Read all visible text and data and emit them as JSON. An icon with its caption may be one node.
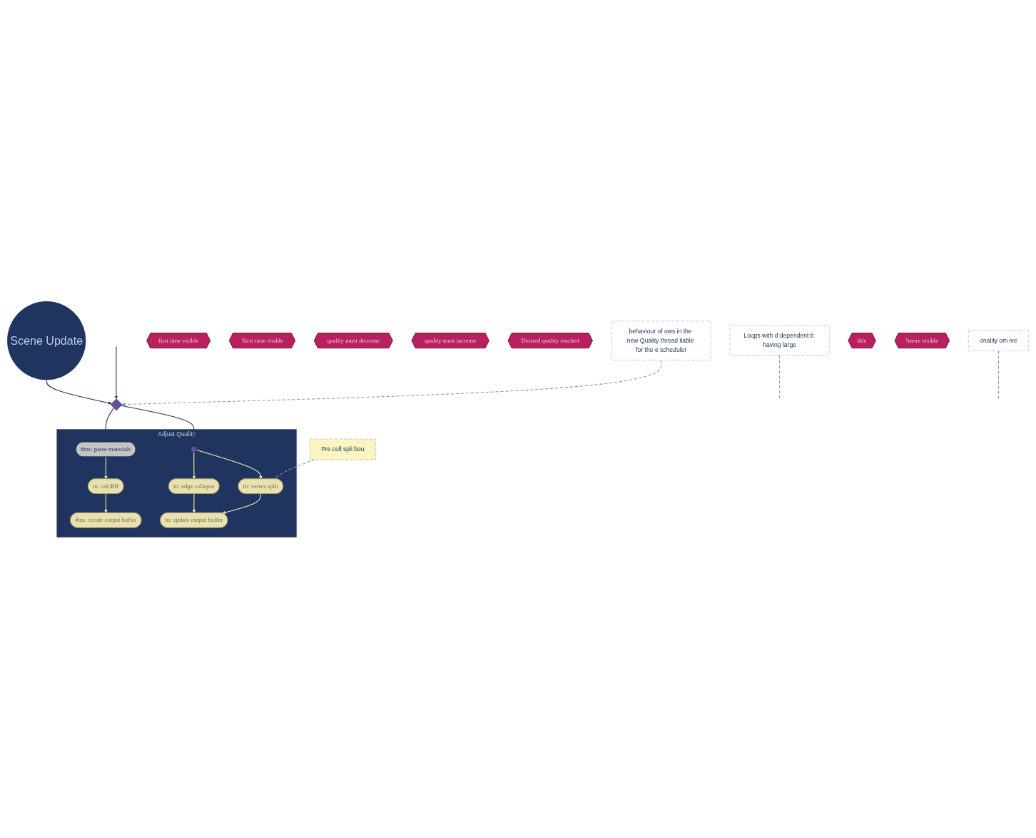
{
  "diagram": {
    "nodes": [
      {
        "text": [
          "behaviour of ows in the new Quality thread ilable for the e scheduler"
        ]
      },
      {
        "text": [
          "Scene Update"
        ]
      },
      {
        "text": [],
        "shape": "diamond"
      },
      {
        "text": [
          "Adjust Quality"
        ]
      },
      {
        "text": [
          "first time visible"
        ]
      },
      {
        "text": [
          "!first time visible"
        ]
      },
      {
        "text": [
          "quality must decrease"
        ]
      },
      {
        "text": [
          "quality must increase"
        ]
      },
      {
        "text": [
          "#tns: parse materials"
        ],
        "in": 3
      },
      {
        "text": [
          "tn: calcBB"
        ],
        "in": 3
      },
      {
        "text": [
          "#tns: create output buffer"
        ],
        "in": 3
      },
      {
        "text": [],
        "shape": "circle",
        "in": 3
      },
      {
        "text": [
          "tn: edge collapse"
        ],
        "in": 3
      },
      {
        "text": [
          "tn: vertex split"
        ],
        "in": 3
      },
      {
        "text": [
          "Desired quality reached"
        ]
      },
      {
        "text": [
          "tn: update output buffer"
        ],
        "in": 3
      },
      {
        "text": [
          "Loops with d dependent b having large"
        ]
      },
      {
        "text": [
          "onality om ive"
        ]
      },
      {
        "text": [
          "Pre coll spli bou"
        ]
      },
      {
        "text": [
          "ible"
        ]
      },
      {
        "text": [
          "!more visible"
        ]
      }
    ],
    "edges": [
      {
        "from": 1,
        "to": 2,
        "arrow": "to",
        "color": "#1f3560"
      },
      {
        "from": null,
        "to": 2,
        "arrow": "to",
        "color": "#1f3560"
      },
      {
        "from": 0,
        "to": 2,
        "arrow": "to",
        "style": "dashed",
        "color": "#8a9aa8"
      },
      {
        "from": 2,
        "to": 8,
        "arrow": "to",
        "color": "#1f3560"
      },
      {
        "from": 2,
        "to": 11,
        "arrow": "to",
        "color": "#1f3560"
      },
      {
        "from": 8,
        "to": 9,
        "arrow": "to"
      },
      {
        "from": 9,
        "to": 10,
        "arrow": "to"
      },
      {
        "from": 11,
        "to": 12,
        "arrow": "to"
      },
      {
        "from": 11,
        "to": 13,
        "arrow": "to"
      },
      {
        "from": 12,
        "to": 15,
        "arrow": "to"
      },
      {
        "from": 13,
        "to": 15,
        "arrow": "to"
      },
      {
        "from": 16,
        "to": null,
        "arrow": "none",
        "style": "dashed",
        "color": "#8a9aa8"
      },
      {
        "from": 17,
        "to": null,
        "arrow": "none",
        "style": "dashed",
        "color": "#8a9aa8"
      },
      {
        "from": 18,
        "to": 13,
        "arrow": "none",
        "style": "dashed",
        "color": "#8a9aa8"
      }
    ]
  }
}
